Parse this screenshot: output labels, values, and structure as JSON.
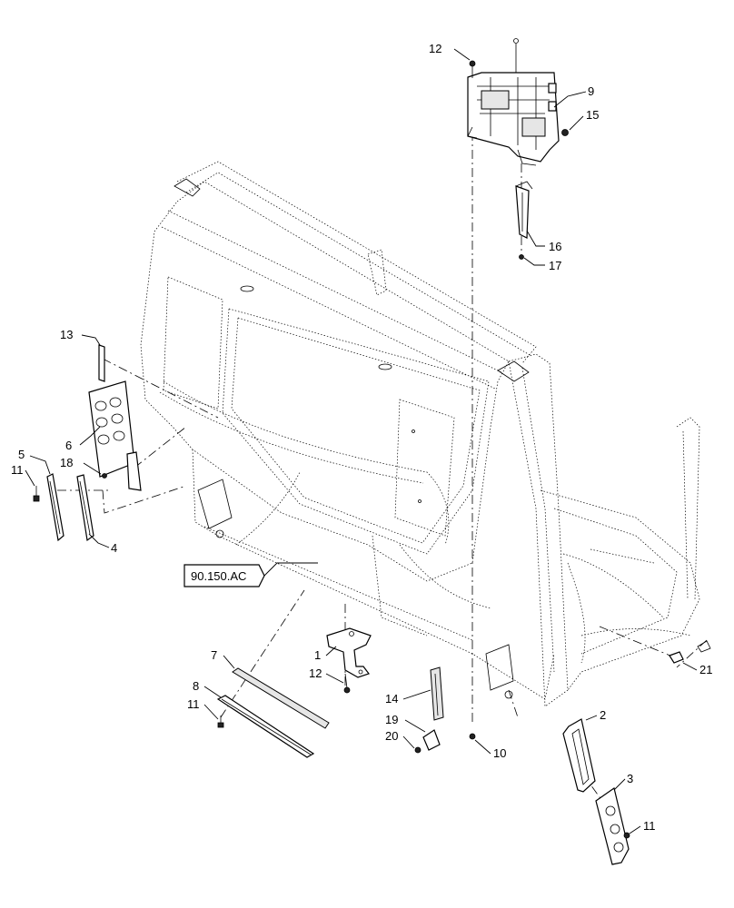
{
  "reference_box": {
    "label": "90.150.AC"
  },
  "callouts": [
    {
      "id": "c12a",
      "text": "12"
    },
    {
      "id": "c9",
      "text": "9"
    },
    {
      "id": "c15",
      "text": "15"
    },
    {
      "id": "c16",
      "text": "16"
    },
    {
      "id": "c17",
      "text": "17"
    },
    {
      "id": "c13",
      "text": "13"
    },
    {
      "id": "c6",
      "text": "6"
    },
    {
      "id": "c18",
      "text": "18"
    },
    {
      "id": "c5",
      "text": "5"
    },
    {
      "id": "c11a",
      "text": "11"
    },
    {
      "id": "c4",
      "text": "4"
    },
    {
      "id": "c1",
      "text": "1"
    },
    {
      "id": "c12b",
      "text": "12"
    },
    {
      "id": "c7",
      "text": "7"
    },
    {
      "id": "c8",
      "text": "8"
    },
    {
      "id": "c11b",
      "text": "11"
    },
    {
      "id": "c14",
      "text": "14"
    },
    {
      "id": "c19",
      "text": "19"
    },
    {
      "id": "c20",
      "text": "20"
    },
    {
      "id": "c10",
      "text": "10"
    },
    {
      "id": "c2",
      "text": "2"
    },
    {
      "id": "c3",
      "text": "3"
    },
    {
      "id": "c11c",
      "text": "11"
    },
    {
      "id": "c21",
      "text": "21"
    }
  ]
}
